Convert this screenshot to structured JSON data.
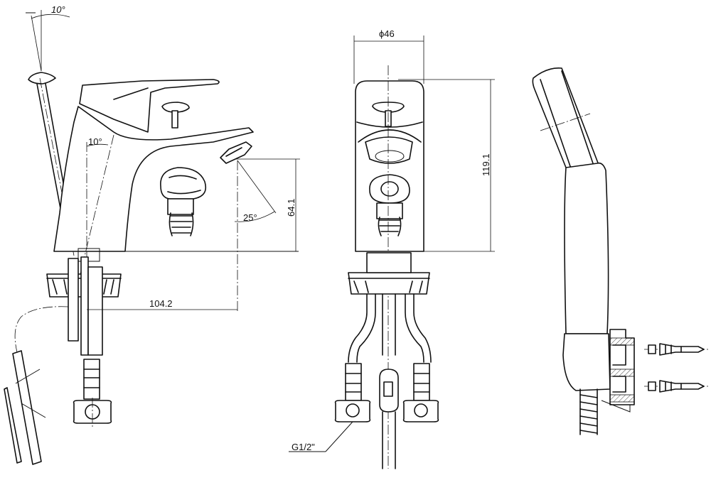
{
  "labels": {
    "top_angle": "10°",
    "mid_angle": "10°",
    "spout_angle": "25°",
    "height_small": "64.1",
    "reach": "104.2",
    "diameter": "ϕ46",
    "height_total": "119.1",
    "thread": "G1/2\""
  }
}
